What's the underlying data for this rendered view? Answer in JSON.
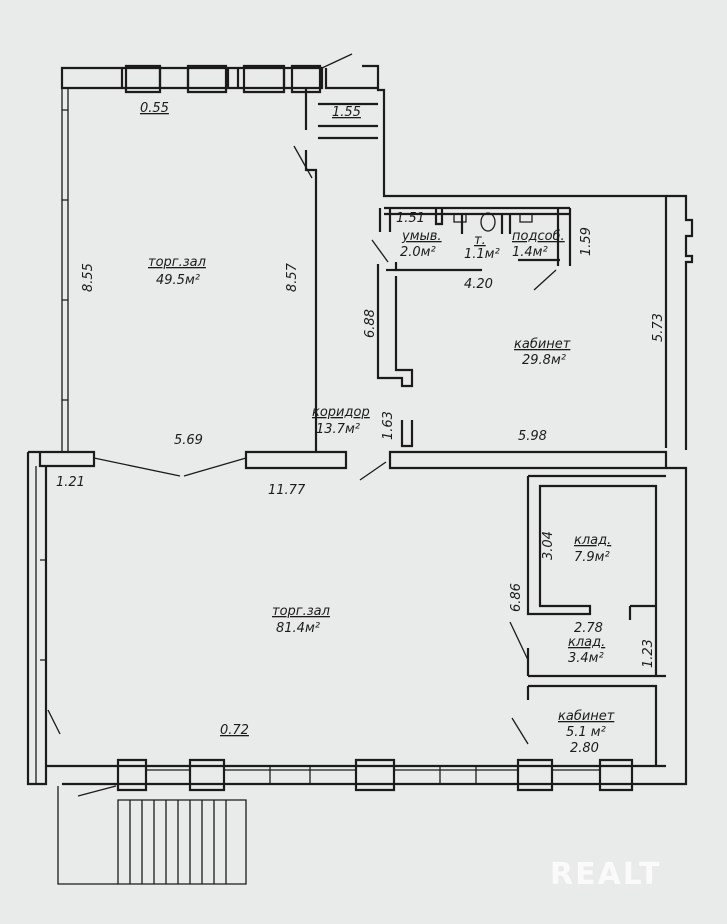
{
  "rooms": {
    "torg_zal_1": {
      "name": "торг.зал",
      "area": "49.5м²"
    },
    "torg_zal_2": {
      "name": "торг.зал",
      "area": "81.4м²"
    },
    "umyv": {
      "name": "умыв.",
      "area": "2.0м²"
    },
    "toilet": {
      "name": "т.",
      "area": "1.1м²"
    },
    "podsob": {
      "name": "подсоб.",
      "area": "1.4м²"
    },
    "kabinet_1": {
      "name": "кабинет",
      "area": "29.8м²"
    },
    "koridor": {
      "name": "коридор",
      "area": "13.7м²"
    },
    "klad_1": {
      "name": "клад.",
      "area": "7.9м²"
    },
    "klad_2": {
      "name": "клад.",
      "area": "3.4м²"
    },
    "kabinet_2": {
      "name": "кабинет",
      "area": "5.1 м²"
    }
  },
  "dimensions": {
    "d_0_55": "0.55",
    "d_1_55": "1.55",
    "d_8_55": "8.55",
    "d_8_57": "8.57",
    "d_1_51": "1.51",
    "d_1_59": "1.59",
    "d_4_20": "4.20",
    "d_6_88": "6.88",
    "d_5_73": "5.73",
    "d_1_63": "1.63",
    "d_5_98": "5.98",
    "d_5_69": "5.69",
    "d_1_21": "1.21",
    "d_11_77": "11.77",
    "d_3_04": "3.04",
    "d_6_86": "6.86",
    "d_2_78": "2.78",
    "d_1_23": "1.23",
    "d_0_72": "0.72",
    "d_2_80": "2.80"
  },
  "watermark": "REALT"
}
